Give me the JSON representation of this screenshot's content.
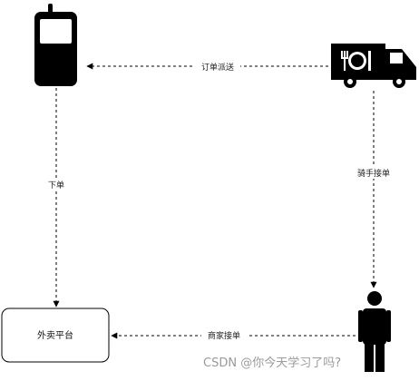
{
  "nodes": {
    "platform": {
      "label": "外卖平台"
    }
  },
  "edges": {
    "order_dispatch": {
      "label": "订单派送"
    },
    "place_order": {
      "label": "下单"
    },
    "rider_accept": {
      "label": "骑手接单"
    },
    "merchant_accept": {
      "label": "商家接单"
    }
  },
  "icons": {
    "phone": "mobile-phone-icon",
    "truck": "food-truck-icon",
    "person": "person-icon"
  },
  "watermark": {
    "text": "CSDN @你今天学习了吗?"
  }
}
